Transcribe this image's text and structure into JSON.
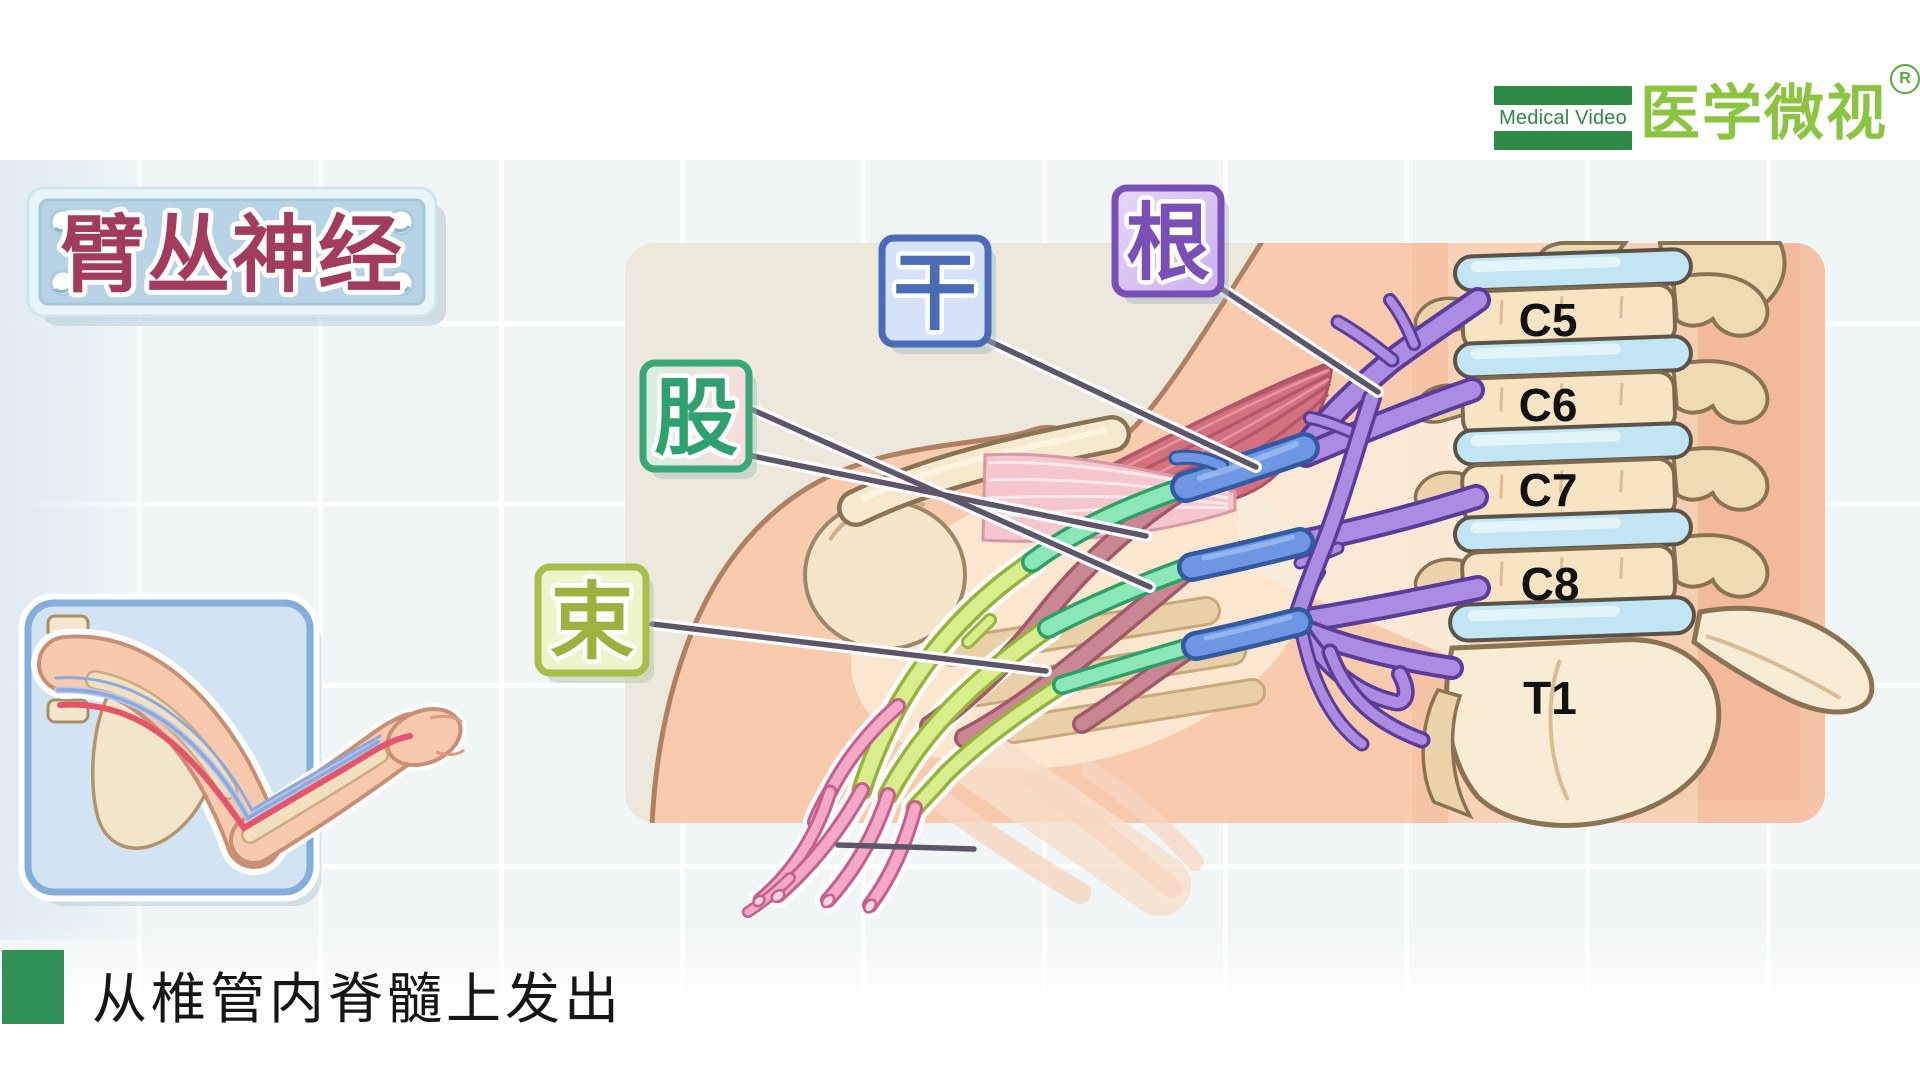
{
  "logo": {
    "tagline": "Medical Video",
    "brand": "医学微视",
    "registered_mark": "®",
    "bar_color": "#2E8B45",
    "brand_color": "#8BC540"
  },
  "title_badge": {
    "text": "臂丛神经",
    "text_color": "#A33B5E",
    "plate_color": "#B7D3E5"
  },
  "anatomy_labels": {
    "root": {
      "text": "根",
      "color": "#7A50B8"
    },
    "trunk": {
      "text": "干",
      "color": "#4A6CB8"
    },
    "division": {
      "text": "股",
      "color": "#2FA070"
    },
    "cord": {
      "text": "束",
      "color": "#9CB23C"
    }
  },
  "spine": {
    "levels": [
      "C5",
      "C6",
      "C7",
      "C8",
      "T1"
    ]
  },
  "caption": {
    "text": "从椎管内脊髓上发出",
    "bullet_color": "#2F9156"
  },
  "illustration": {
    "nerve_colors": {
      "roots": "#AC8CE2",
      "trunks": "#6D97E3",
      "divisions_anterior": "#8BE7B6",
      "divisions_posterior": "#C98793",
      "cords": "#D9ED8C",
      "branches": "#F3A9C6"
    },
    "leader_line_color": "#5D5568"
  }
}
